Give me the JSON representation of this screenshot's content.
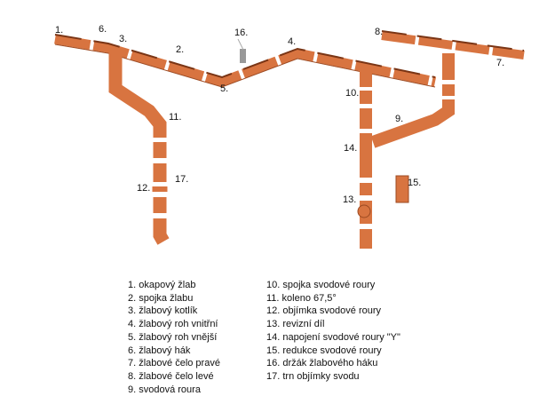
{
  "colors": {
    "part": "#d87440",
    "shadow": "#9c4a22",
    "highlight": "#f0a57a"
  },
  "callouts": [
    "1.",
    "2.",
    "3.",
    "4.",
    "5.",
    "6.",
    "7.",
    "8.",
    "9.",
    "10.",
    "11.",
    "12.",
    "13.",
    "14.",
    "15.",
    "16.",
    "17."
  ],
  "legend": {
    "left": [
      "1. okapový žlab",
      "2. spojka žlabu",
      "3. žlabový kotlík",
      "4. žlabový roh vnitřní",
      "5. žlabový roh vnější",
      "6. žlabový hák",
      "7. žlabové čelo pravé",
      "8. žlabové čelo levé",
      "9. svodová roura"
    ],
    "right": [
      "10. spojka svodové roury",
      "11. koleno 67,5°",
      "12. objímka svodové roury",
      "13. revizní díl",
      "14. napojení svodové roury \"Y\"",
      "15. redukce svodové roury",
      "16. držák žlabového háku",
      "17. trn objímky svodu"
    ]
  }
}
